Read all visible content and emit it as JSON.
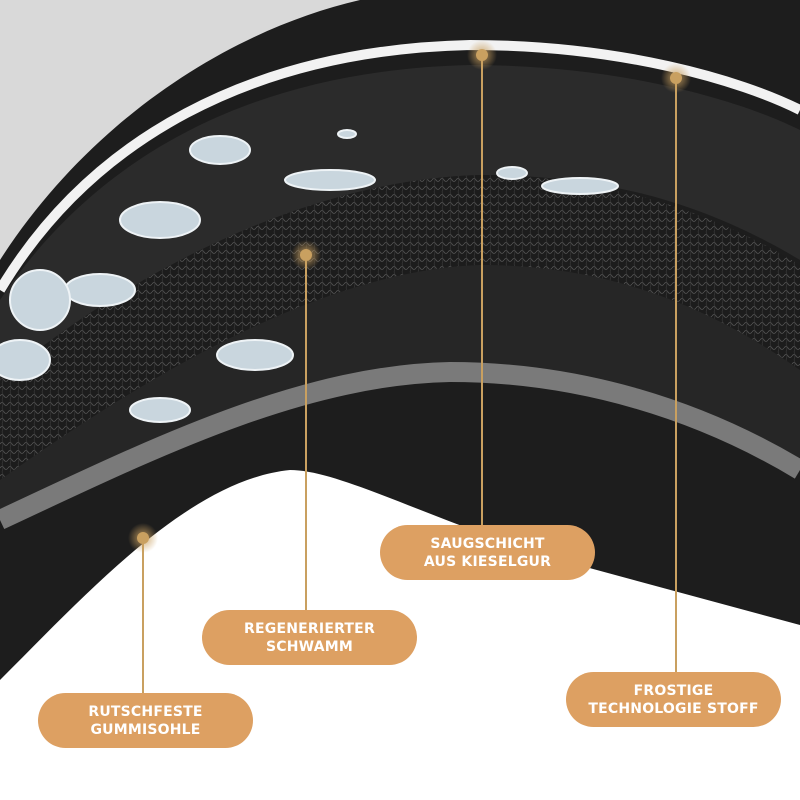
{
  "labels": {
    "saugschicht": {
      "line1": "SAUGSCHICHT",
      "line2": "AUS KIESELGUR"
    },
    "schwamm": {
      "line1": "REGENERIERTER",
      "line2": "SCHWAMM"
    },
    "gummisohle": {
      "line1": "RUTSCHFESTE",
      "line2": "GUMMISOHLE"
    },
    "stoff": {
      "line1": "FROSTIGE",
      "line2": "TECHNOLOGIE STOFF"
    }
  },
  "colors": {
    "label_bg": "#DDA062",
    "marker": "#C9A060"
  }
}
